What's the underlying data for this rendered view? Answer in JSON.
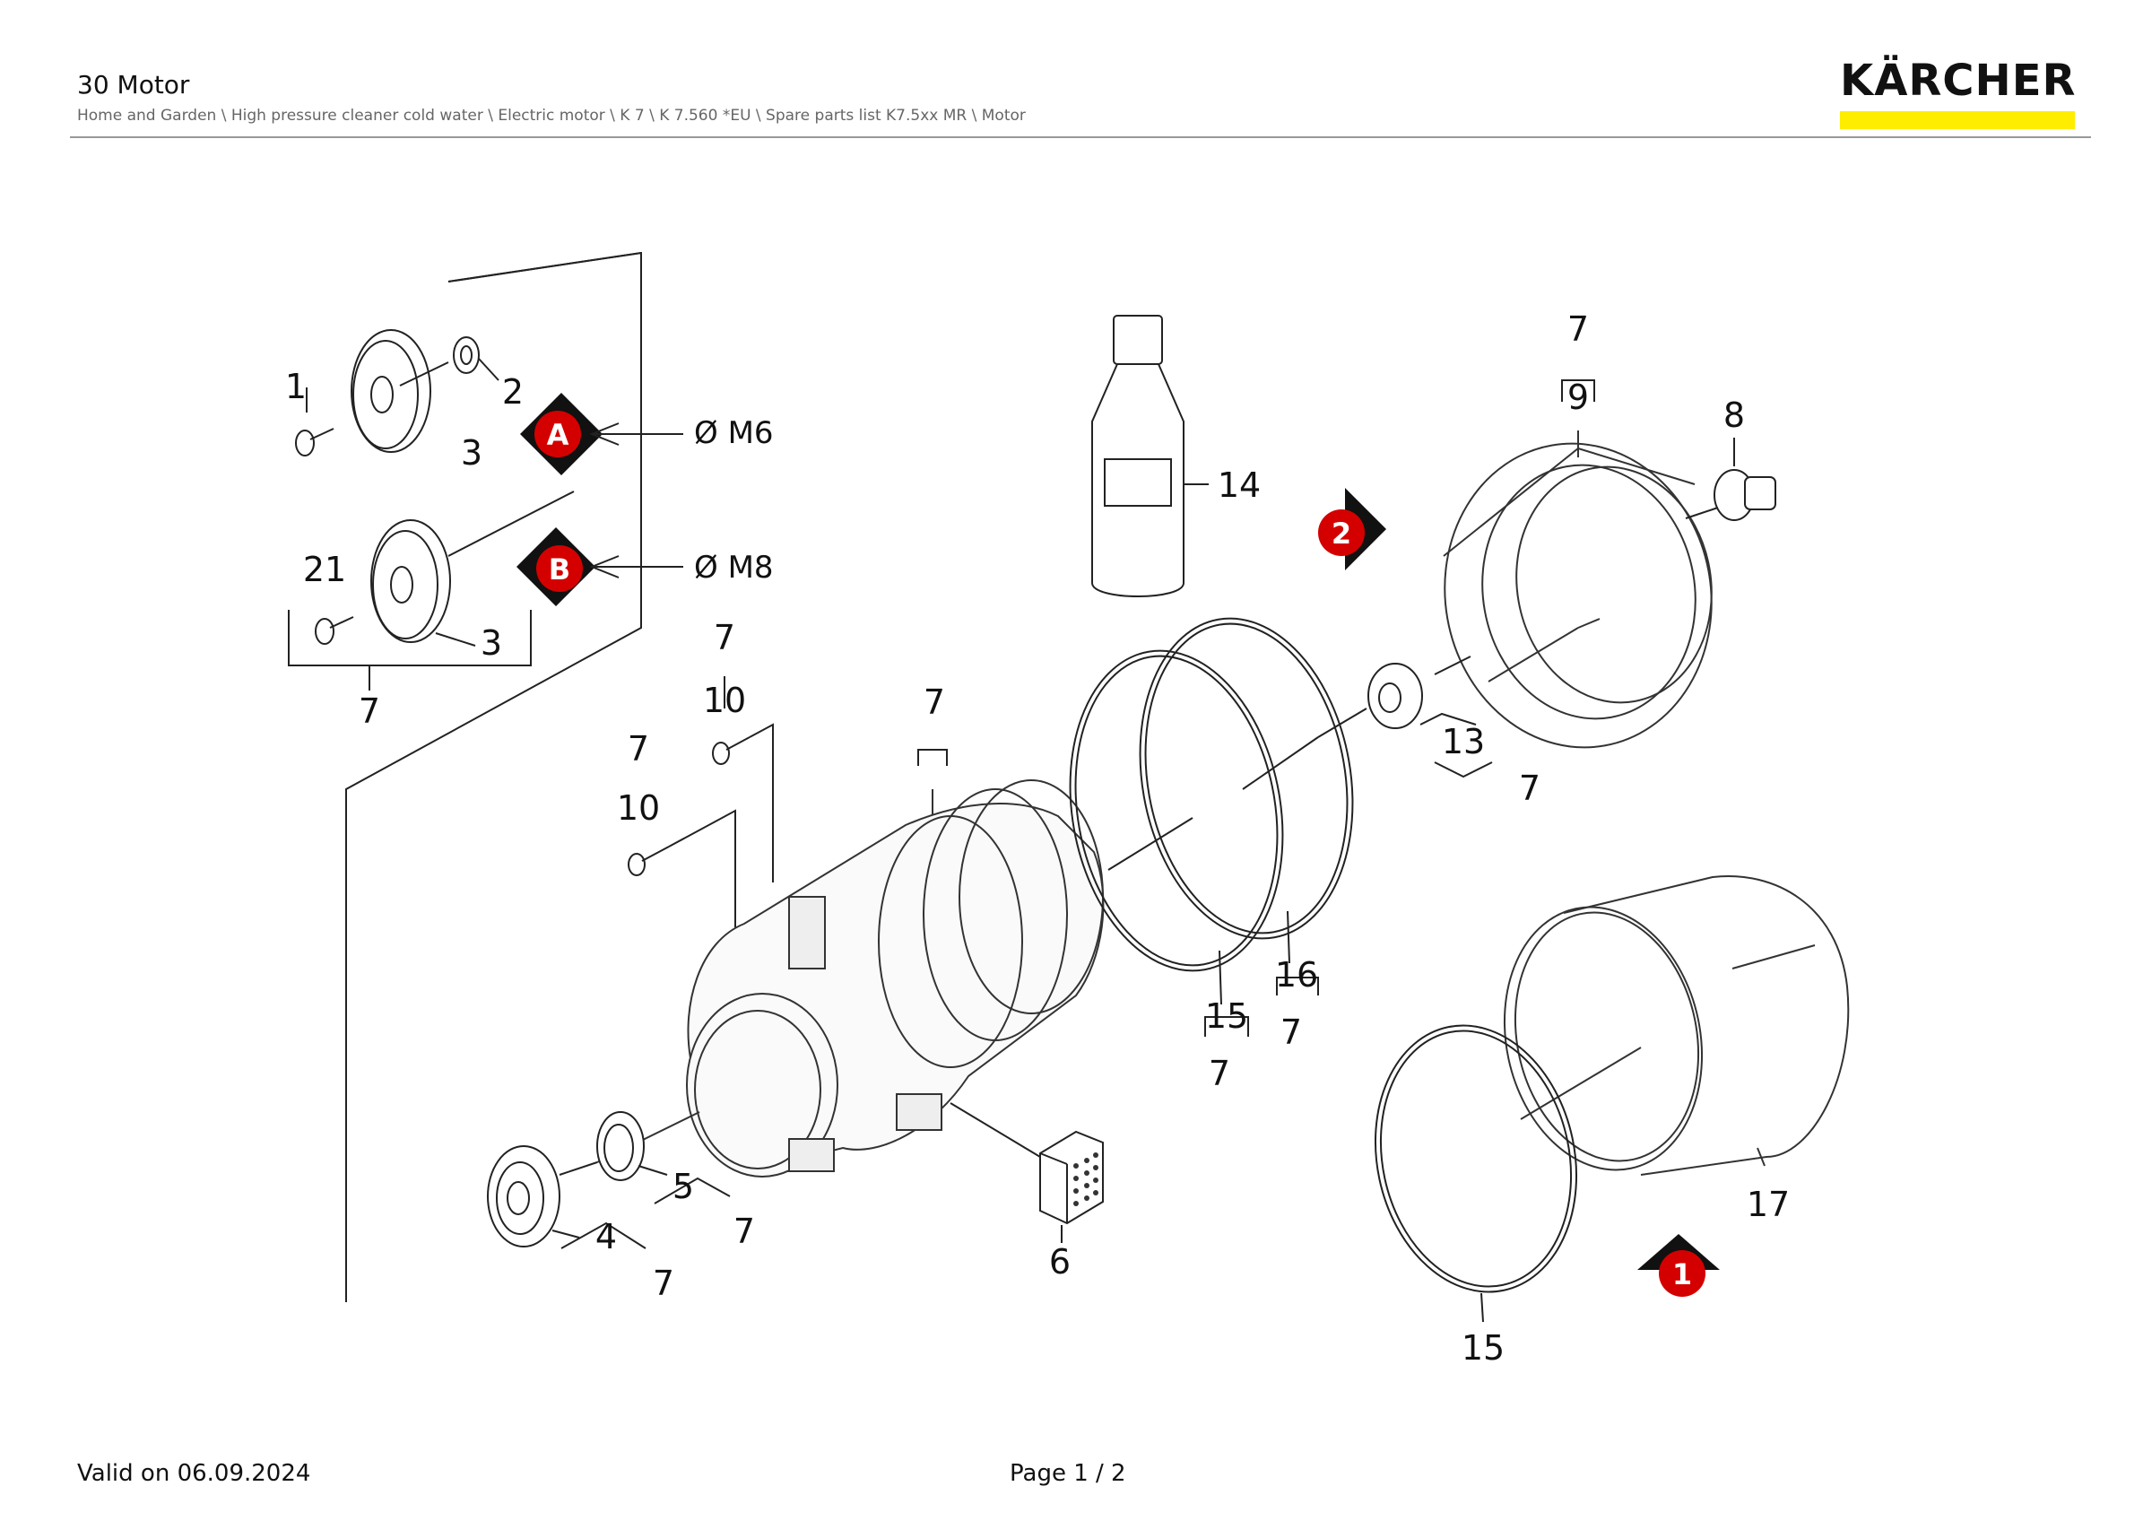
{
  "header": {
    "title": "30 Motor",
    "breadcrumb": "Home and Garden \\ High pressure cleaner cold water \\ Electric motor \\ K 7 \\ K 7.560 *EU \\ Spare parts list K7.5xx MR \\ Motor"
  },
  "brand": {
    "name": "KÄRCHER",
    "accent": "#ffed00"
  },
  "footer": {
    "valid": "Valid on 06.09.2024",
    "page": "Page 1 / 2"
  },
  "markers": {
    "a": "A",
    "b": "B",
    "one": "1",
    "two": "2",
    "color": "#d40000"
  },
  "variants": {
    "a": "Ø M6",
    "b": "Ø M8"
  },
  "labels": {
    "p1": "1",
    "p2": "2",
    "p3a": "3",
    "p3b": "3",
    "p21": "21",
    "p7grp": "7",
    "p7_10a": "7",
    "p10a": "10",
    "p7_10b": "7",
    "p10b": "10",
    "p7motor": "7",
    "p14": "14",
    "p7top": "7",
    "p9": "9",
    "p8": "8",
    "p13": "13",
    "p7_13": "7",
    "p16": "16",
    "p7_16": "7",
    "p15a": "15",
    "p7_15": "7",
    "p5": "5",
    "p7_5": "7",
    "p4": "4",
    "p7_4": "7",
    "p6": "6",
    "p17": "17",
    "p15b": "15"
  }
}
